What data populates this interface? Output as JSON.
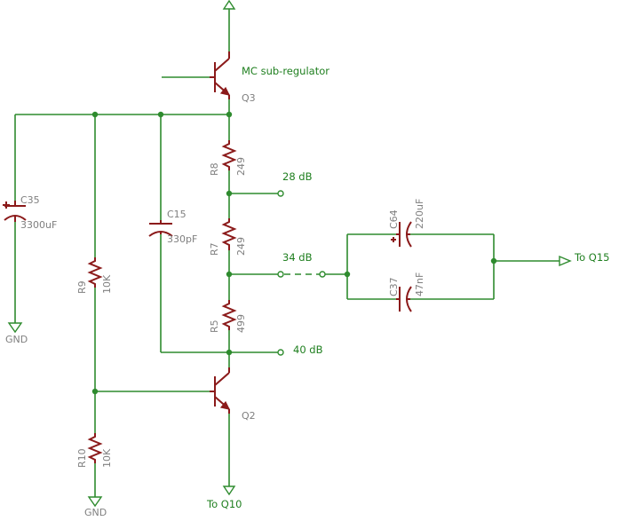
{
  "labels": {
    "q3_desc": "MC sub-regulator",
    "q3": "Q3",
    "q2": "Q2",
    "r8": "R8",
    "r8v": "249",
    "r7": "R7",
    "r7v": "249",
    "r5": "R5",
    "r5v": "499",
    "r9": "R9",
    "r9v": "10K",
    "r10": "R10",
    "r10v": "10K",
    "c35": "C35",
    "c35v": "3300uF",
    "c15": "C15",
    "c15v": "330pF",
    "c64": "C64",
    "c64v": "220uF",
    "c37": "C37",
    "c37v": "47nF",
    "tap28": "28 dB",
    "tap34": "34 dB",
    "tap40": "40 dB",
    "to_q15": "To Q15",
    "to_q10": "To Q10",
    "gnd1": "GND",
    "gnd2": "GND"
  }
}
